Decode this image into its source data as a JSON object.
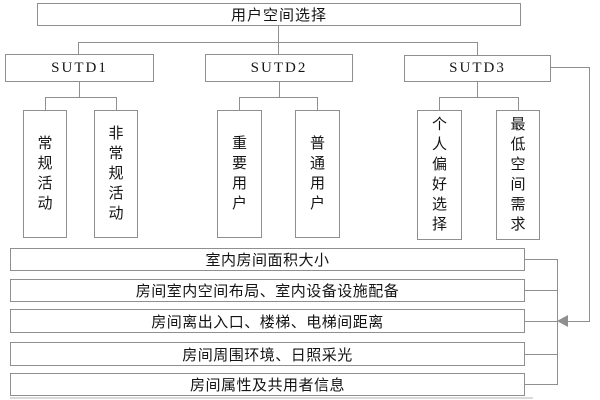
{
  "diagram": {
    "root": "用户空间选择",
    "groups": [
      {
        "label": "SUTD1",
        "children": [
          "常规活动",
          "非常规活动"
        ]
      },
      {
        "label": "SUTD2",
        "children": [
          "重要用户",
          "普通用户"
        ]
      },
      {
        "label": "SUTD3",
        "children": [
          "个人偏好选择",
          "最低空间需求"
        ]
      }
    ],
    "criteria": [
      "室内房间面积大小",
      "房间室内空间布局、室内设备设施配备",
      "房间离出入口、楼梯、电梯间距离",
      "房间周围环境、日照采光",
      "房间属性及共用者信息"
    ],
    "colors": {
      "line": "#8f8f8f",
      "border": "#8f8f8f",
      "text": "#141414",
      "background": "#ffffff"
    }
  }
}
